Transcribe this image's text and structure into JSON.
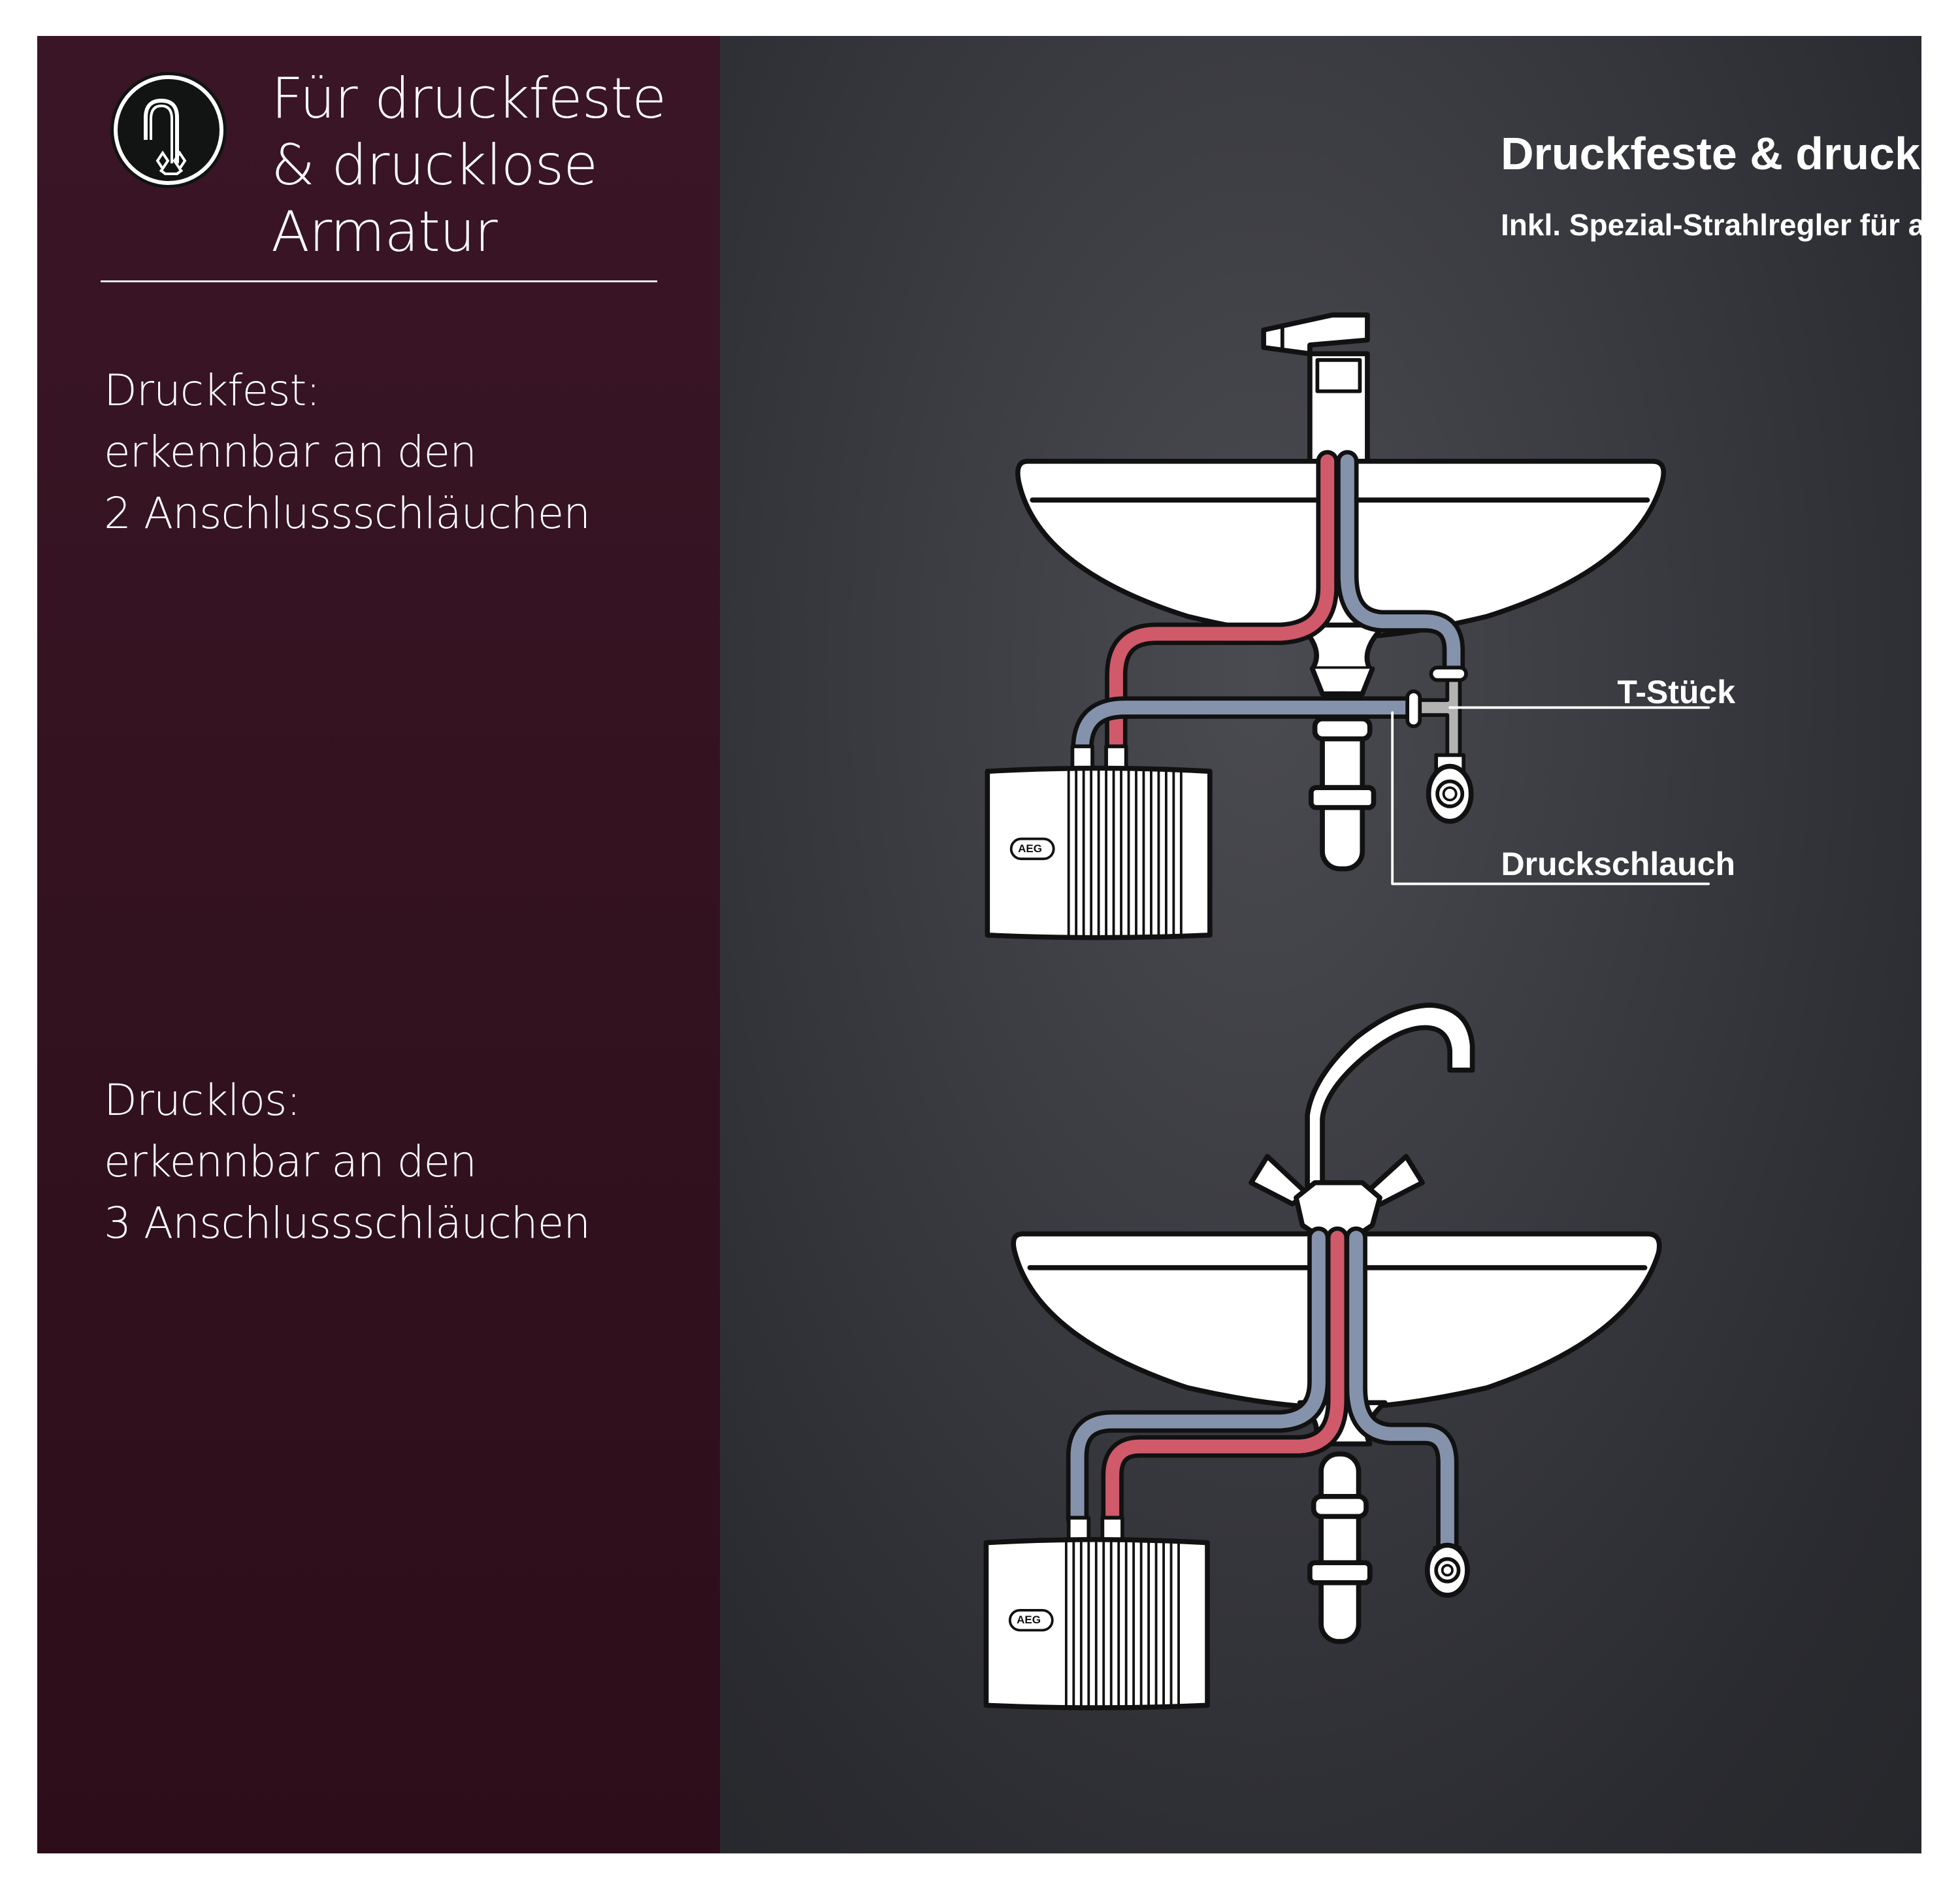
{
  "left_panel": {
    "icon": "faucet-icon",
    "title_lines": [
      "Für druckfeste",
      "& drucklose",
      "Armatur"
    ],
    "druckfest": {
      "lines": [
        "Druckfest:",
        "erkennbar an den",
        "2 Anschlussschläuchen"
      ]
    },
    "drucklos": {
      "lines": [
        "Drucklos:",
        "erkennbar an den",
        "3 Anschlussschläuchen"
      ]
    }
  },
  "right_panel": {
    "title": "Druckfeste & drucklose Armatur",
    "subtitle": "Inkl. Spezial-Strahlregler für angenehm weichen Wasserstrahl.",
    "diagram_top": {
      "labels": {
        "t_piece": "T-Stück",
        "pressure_hose": "Druckschlauch"
      },
      "heater_brand": "AEG"
    },
    "diagram_bottom": {
      "heater_brand": "AEG"
    }
  },
  "colors": {
    "left_bg": "#33121f",
    "right_bg": "#3a3b41",
    "hot_pipe": "#d0596a",
    "cold_pipe": "#8592ab",
    "fitting": "#b3b3b3"
  }
}
